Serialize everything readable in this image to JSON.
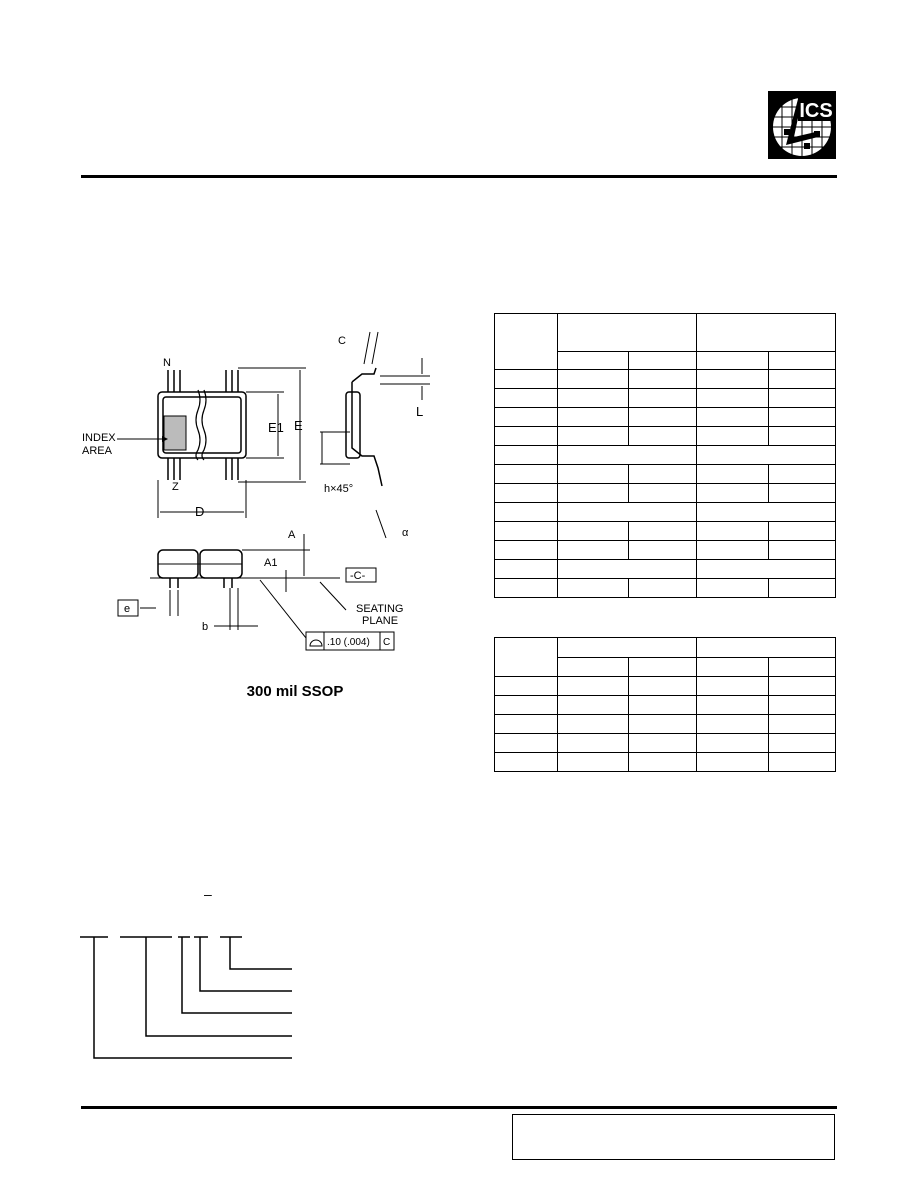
{
  "logo": {
    "text": "ICS"
  },
  "drawing": {
    "callouts": {
      "n": "N",
      "index_area_line1": "INDEX",
      "index_area_line2": "AREA",
      "z": "Z",
      "d": "D",
      "e1": "E1",
      "e": "E",
      "c": "C",
      "l": "L",
      "h45": "h×45°",
      "alpha": "α",
      "a": "A",
      "a1": "A1",
      "datum_c": "-C-",
      "seating_plane_line1": "SEATING",
      "seating_plane_line2": "PLANE",
      "e_pitch": "e",
      "b": "b",
      "flatness": ".10 (.004)",
      "flatness_ref": "C"
    },
    "caption": "300 mil SSOP"
  },
  "ordering": {
    "overbar_mark": "–"
  }
}
